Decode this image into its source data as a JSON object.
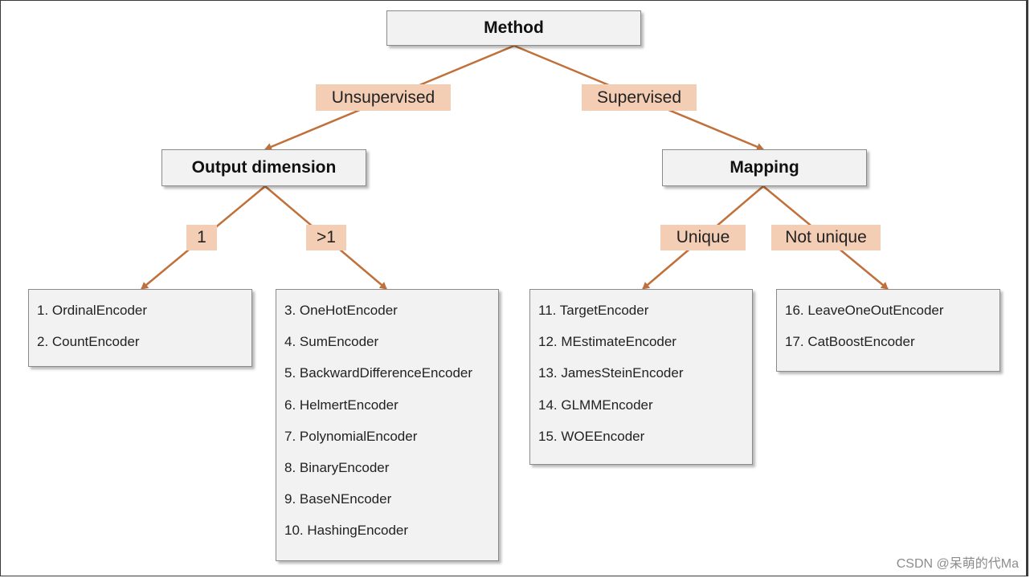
{
  "nodes": {
    "method": "Method",
    "output_dimension": "Output dimension",
    "mapping": "Mapping"
  },
  "edge_labels": {
    "unsupervised": "Unsupervised",
    "supervised": "Supervised",
    "dim_one": "1",
    "dim_many": ">1",
    "unique": "Unique",
    "not_unique": "Not unique"
  },
  "lists": {
    "dim_one": [
      "1. OrdinalEncoder",
      "2. CountEncoder"
    ],
    "dim_many": [
      "3. OneHotEncoder",
      "4. SumEncoder",
      "5. BackwardDifferenceEncoder",
      "6. HelmertEncoder",
      "7. PolynomialEncoder",
      "8. BinaryEncoder",
      "9. BaseNEncoder",
      "10. HashingEncoder"
    ],
    "unique": [
      "11. TargetEncoder",
      "12. MEstimateEncoder",
      "13. JamesSteinEncoder",
      "14. GLMMEncoder",
      "15. WOEEncoder"
    ],
    "not_unique": [
      "16. LeaveOneOutEncoder",
      "17. CatBoostEncoder"
    ]
  },
  "watermark": "CSDN @呆萌的代Ma",
  "colors": {
    "connector": "#c0703a",
    "label_fill": "#f3cdb4",
    "box_fill": "#f2f2f2"
  }
}
